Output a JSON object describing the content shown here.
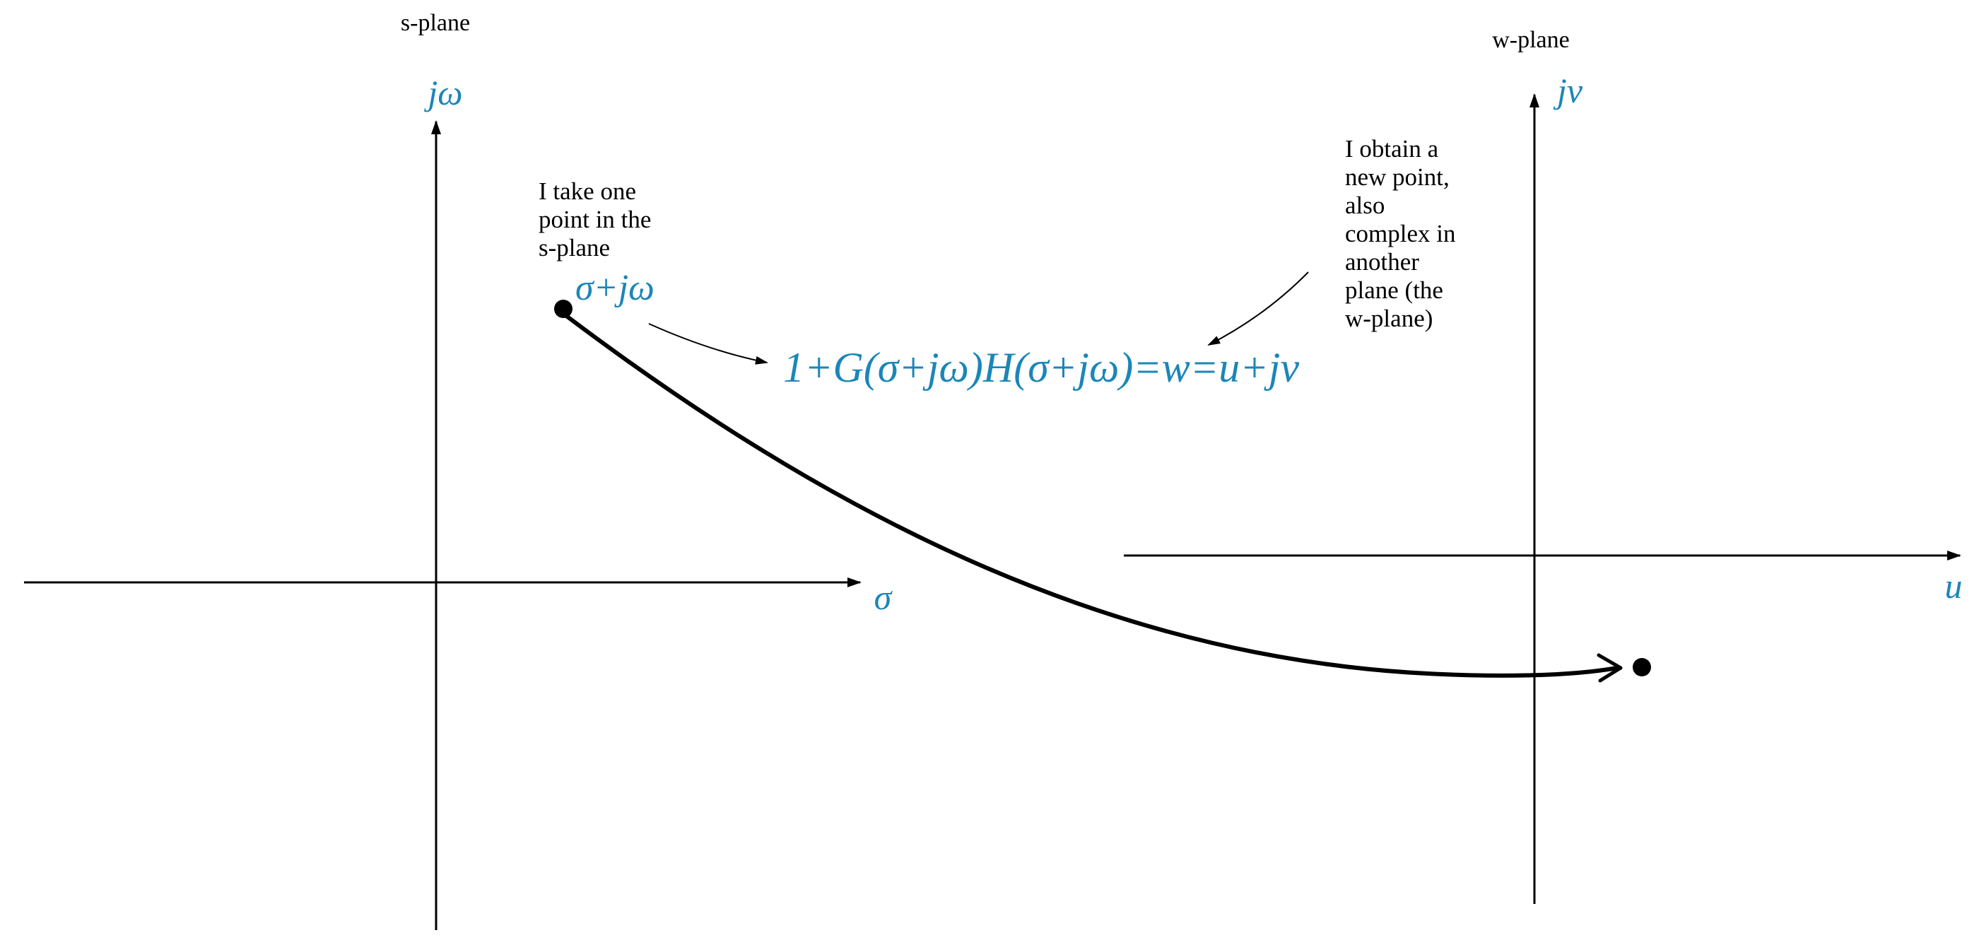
{
  "s_plane": {
    "title": "s-plane",
    "imag_axis_label": "jω",
    "real_axis_label": "σ",
    "point_label": "σ+jω",
    "note_lines": [
      "I take one",
      "point in the",
      "s-plane"
    ]
  },
  "w_plane": {
    "title": "w-plane",
    "imag_axis_label": "jv",
    "real_axis_label": "u",
    "note_lines": [
      "I obtain a",
      "new point,",
      "also",
      "complex in",
      "another",
      "plane (the",
      "w-plane)"
    ]
  },
  "mapping": {
    "equation": "1+G(σ+jω)H(σ+jω)=w=u+jv"
  },
  "colors": {
    "math_text": "#1b86b8",
    "lines": "#000000"
  }
}
